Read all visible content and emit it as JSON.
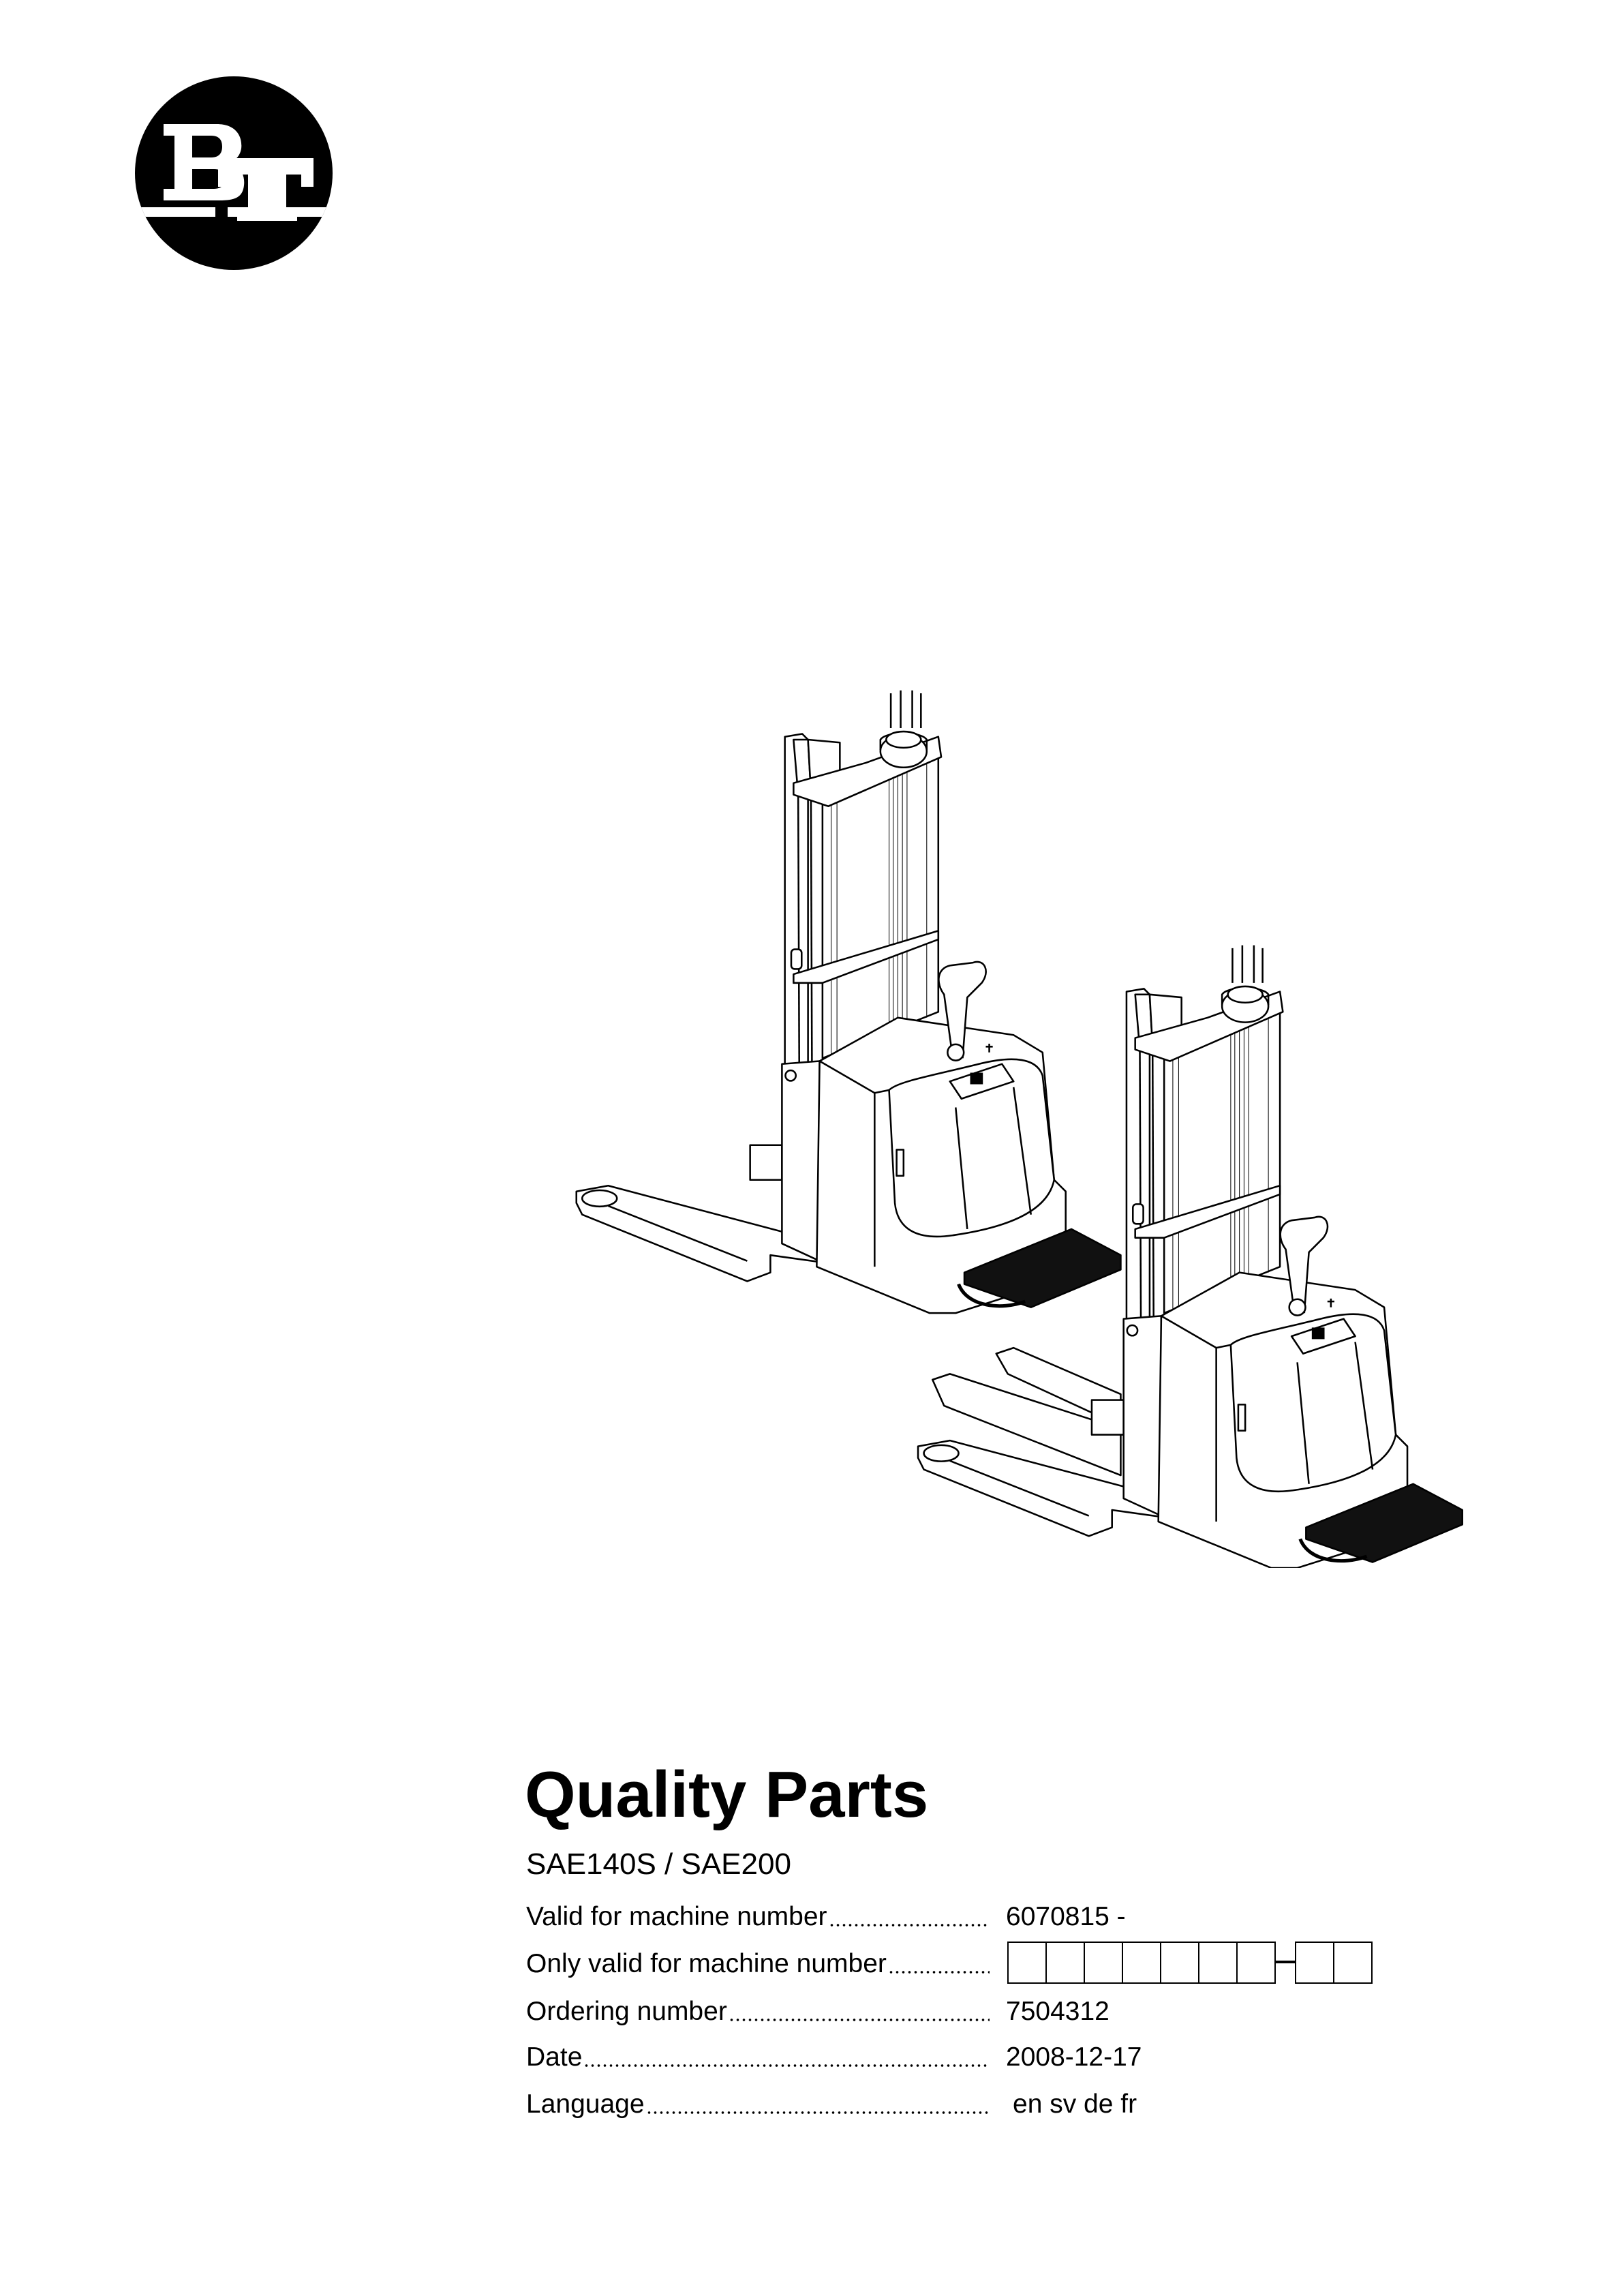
{
  "logo": {
    "text": "BT"
  },
  "title": "Quality Parts",
  "subtitle": "SAE140S / SAE200",
  "fields": [
    {
      "label": "Valid for machine number",
      "value": "6070815 -"
    },
    {
      "label": "Only valid for machine number",
      "value": null,
      "boxes_before_dash": 7,
      "boxes_after_dash": 2
    },
    {
      "label": "Ordering number",
      "value": "7504312"
    },
    {
      "label": "Date",
      "value": "2008-12-17"
    },
    {
      "label": "Language",
      "value": "en sv de fr"
    }
  ]
}
